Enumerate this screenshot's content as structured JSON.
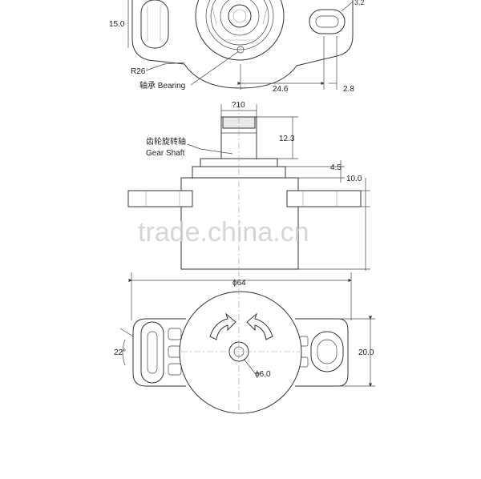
{
  "top_view": {
    "dim_height": "15.0",
    "dim_radius": "R26",
    "bearing_label": "轴承 Bearing",
    "dim_width": "24.6",
    "dim_offset": "2.8",
    "dim_partial": "3.2"
  },
  "side_view": {
    "dim_shaft_diameter": "?10",
    "dim_shaft_height": "12.3",
    "gear_shaft_label_cn": "齿轮旋转轴",
    "gear_shaft_label_en": "Gear Shaft",
    "dim_step": "4.5",
    "dim_flange": "10.0"
  },
  "bottom_view": {
    "dim_overall": "ϕ64",
    "dim_angle": "22°",
    "dim_height": "20.0",
    "dim_hole": "ϕ6.0"
  },
  "watermark": "trade.china.cn"
}
